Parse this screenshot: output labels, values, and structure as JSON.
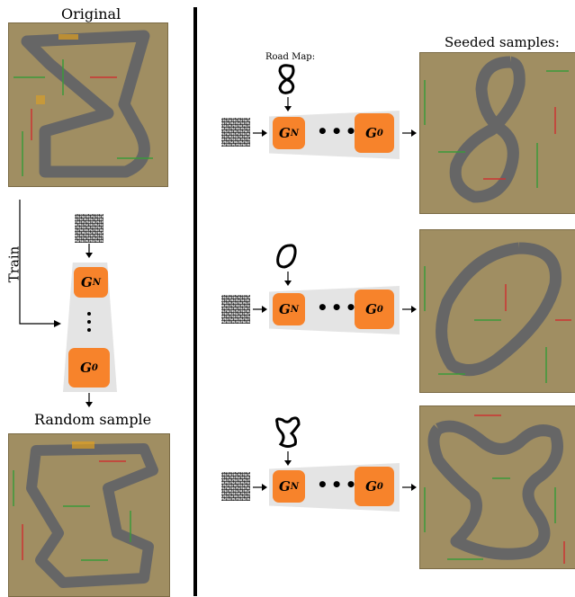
{
  "colors": {
    "ground": "#a08e62",
    "road": "#666666",
    "generator": "#f7832b",
    "funnel": "#e4e4e4"
  },
  "left": {
    "original_label": "Original",
    "train_label": "Train",
    "random_sample_label": "Random sample",
    "generator_top": {
      "letter": "G",
      "index": "N"
    },
    "generator_bottom": {
      "letter": "G",
      "index": "0"
    }
  },
  "right": {
    "road_map_label": "Road Map:",
    "seeded_samples_label": "Seeded samples:",
    "rows": [
      {
        "sketch": "eight",
        "gen_top": {
          "letter": "G",
          "index": "N"
        },
        "ellipsis": "•••",
        "gen_bottom": {
          "letter": "G",
          "index": "0"
        }
      },
      {
        "sketch": "zero",
        "gen_top": {
          "letter": "G",
          "index": "N"
        },
        "ellipsis": "•••",
        "gen_bottom": {
          "letter": "G",
          "index": "0"
        }
      },
      {
        "sketch": "squiggle",
        "gen_top": {
          "letter": "G",
          "index": "N"
        },
        "ellipsis": "•••",
        "gen_bottom": {
          "letter": "G",
          "index": "0"
        }
      }
    ]
  }
}
